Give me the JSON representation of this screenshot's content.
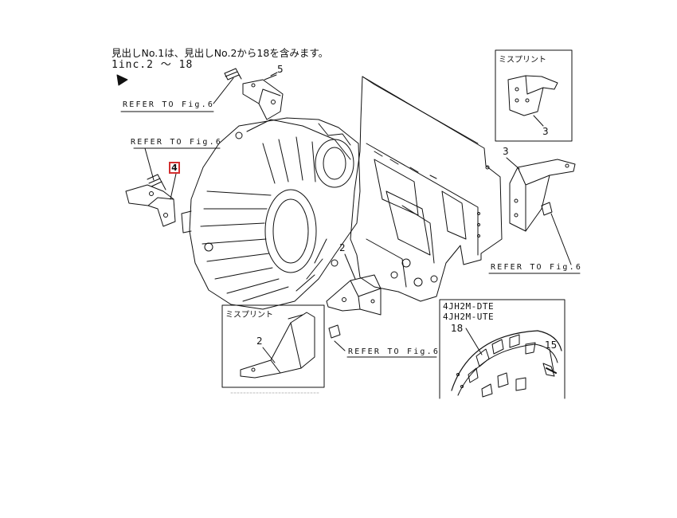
{
  "header": {
    "line1": "見出しNo.1は、見出しNo.2から18を含みます。",
    "line2": "1inc.2 ～ 18"
  },
  "refers": {
    "r1": "REFER TO Fig.6",
    "r2": "REFER TO Fig.6",
    "r3": "REFER TO Fig.6",
    "r4": "REFER TO Fig.6"
  },
  "callouts": {
    "c2": "2",
    "c3": "3",
    "c4": "4",
    "c5": "5",
    "c15": "15",
    "c18": "18"
  },
  "inset_boxes": {
    "top_right": {
      "title": "ミスプリント",
      "part": "3"
    },
    "bottom_left": {
      "title": "ミスプリント",
      "part": "2"
    },
    "bottom_right": {
      "model1": "4JH2M-DTE",
      "model2": "4JH2M-UTE",
      "part_a": "18",
      "part_b": "15"
    }
  },
  "highlight_color": "#d32f2f"
}
